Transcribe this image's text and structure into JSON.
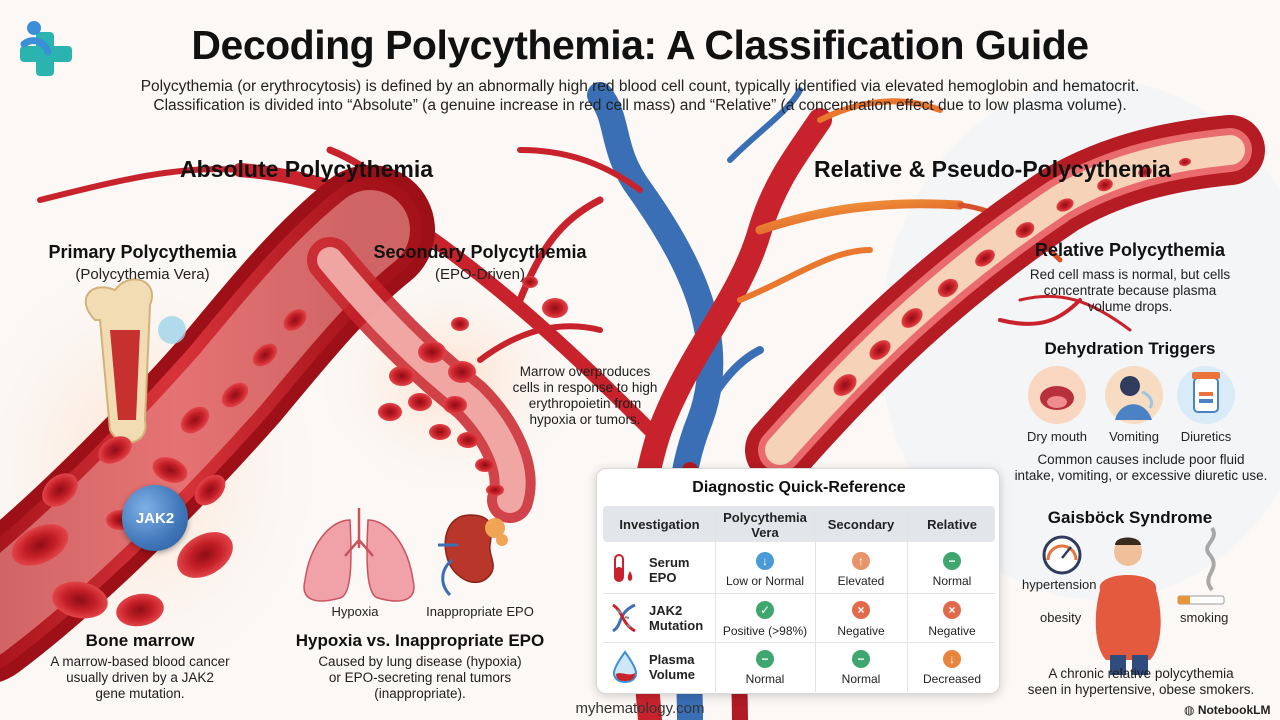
{
  "title": "Decoding Polycythemia: A Classification Guide",
  "intro": {
    "line1": "Polycythemia (or erythrocytosis) is defined by an abnormally high red blood cell count, typically identified via elevated hemoglobin and hematocrit.",
    "line2": "Classification is divided into “Absolute” (a genuine increase in red cell mass) and “Relative” (a concentration effect due to low plasma volume)."
  },
  "absolute": {
    "heading": "Absolute Polycythemia",
    "primary": {
      "title": "Primary Polycythemia",
      "subtitle": "(Polycythemia Vera)",
      "badge": "JAK2",
      "caption_title": "Bone marrow",
      "caption_lines": [
        "A marrow-based blood cancer",
        "usually driven by a JAK2",
        "gene mutation."
      ]
    },
    "secondary": {
      "title": "Secondary Polycythemia",
      "subtitle": "(EPO-Driven)",
      "note_lines": [
        "Marrow overproduces",
        "cells in response to high",
        "erythropoietin from",
        "hypoxia or tumors."
      ],
      "hypoxia_label": "Hypoxia",
      "epo_label": "Inappropriate EPO",
      "caption_title": "Hypoxia vs. Inappropriate EPO",
      "caption_lines": [
        "Caused by lung disease (hypoxia)",
        "or EPO-secreting renal tumors",
        "(inappropriate)."
      ]
    }
  },
  "relative": {
    "heading": "Relative & Pseudo-Polycythemia",
    "rp_title": "Relative Polycythemia",
    "rp_lines": [
      "Red cell mass is normal, but cells",
      "concentrate because plasma",
      "volume drops."
    ],
    "dehydration": {
      "title": "Dehydration Triggers",
      "items": [
        "Dry mouth",
        "Vomiting",
        "Diuretics"
      ],
      "note_lines": [
        "Common causes include poor fluid",
        "intake, vomiting, or excessive diuretic use."
      ]
    },
    "gaisbock": {
      "title": "Gaisböck Syndrome",
      "label_hypertension": "hypertension",
      "label_obesity": "obesity",
      "label_smoking": "smoking",
      "note_lines": [
        "A chronic relative polycythemia",
        "seen in hypertensive, obese smokers."
      ]
    }
  },
  "table": {
    "title": "Diagnostic Quick-Reference",
    "headers": [
      "Investigation",
      "Polycythemia Vera",
      "Secondary",
      "Relative"
    ],
    "rows": [
      {
        "label_lines": [
          "Serum",
          "EPO"
        ],
        "cells": [
          {
            "text": "Low or Normal",
            "icon": "arrow-down-icon",
            "color": "#4a9ad6"
          },
          {
            "text": "Elevated",
            "icon": "arrow-up-icon",
            "color": "#e8946a"
          },
          {
            "text": "Normal",
            "icon": "minus-icon",
            "color": "#3fa66e"
          }
        ]
      },
      {
        "label_lines": [
          "JAK2",
          "Mutation"
        ],
        "cells": [
          {
            "text": "Positive (>98%)",
            "icon": "check-icon",
            "color": "#3fa66e"
          },
          {
            "text": "Negative",
            "icon": "x-icon",
            "color": "#e06a4a"
          },
          {
            "text": "Negative",
            "icon": "x-icon",
            "color": "#e06a4a"
          }
        ]
      },
      {
        "label_lines": [
          "Plasma",
          "Volume"
        ],
        "cells": [
          {
            "text": "Normal",
            "icon": "minus-icon",
            "color": "#3fa66e"
          },
          {
            "text": "Normal",
            "icon": "minus-icon",
            "color": "#3fa66e"
          },
          {
            "text": "Decreased",
            "icon": "arrow-down-icon",
            "color": "#e8843c"
          }
        ]
      }
    ]
  },
  "footer": "myhematology.com",
  "brand": "NotebookLM",
  "colors": {
    "vessel_red": "#c8232c",
    "vessel_blue": "#3a6fb5",
    "vessel_orange": "#e9772e"
  }
}
